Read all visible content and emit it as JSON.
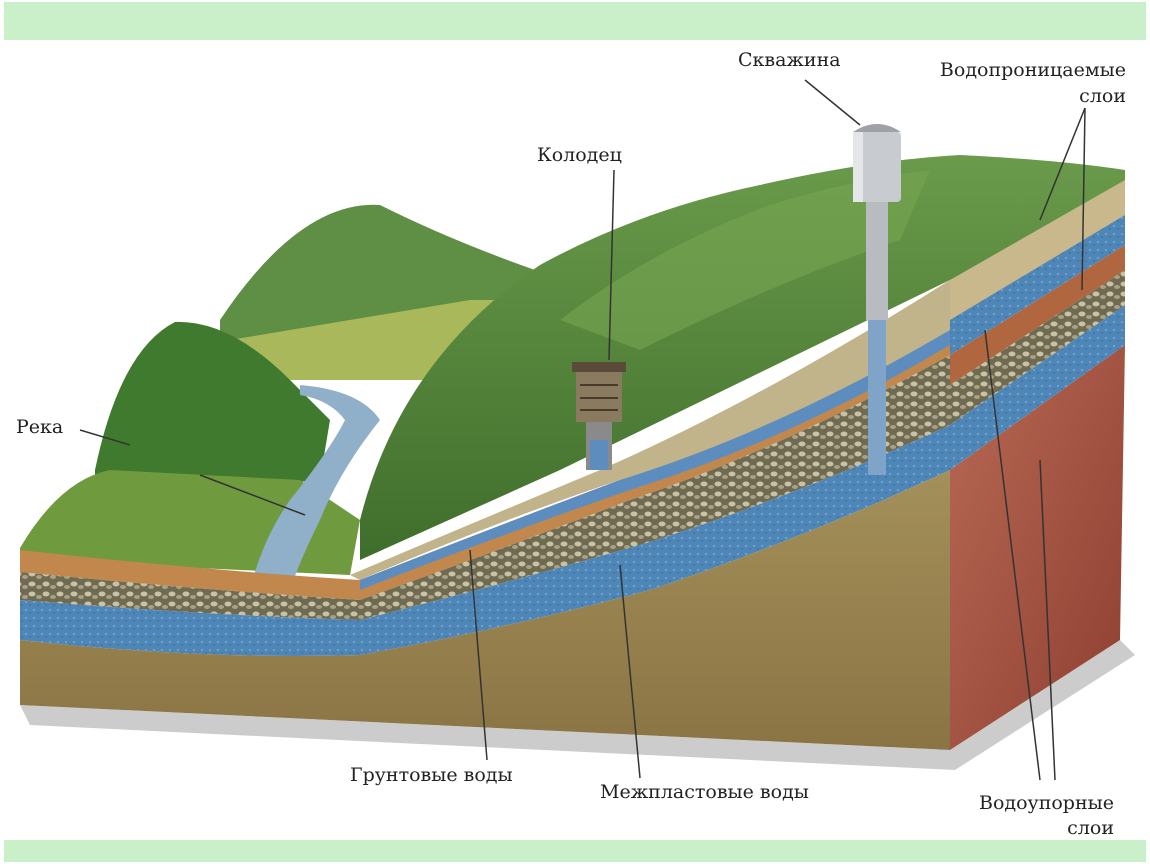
{
  "labels": {
    "borehole": "Скважина",
    "permeable_line1": "Водопроницаемые",
    "permeable_line2": "слои",
    "well": "Колодец",
    "river": "Река",
    "groundwater": "Грунтовые воды",
    "interstratal": "Межпластовые воды",
    "impermeable_line1": "Водоупорные",
    "impermeable_line2": "слои"
  },
  "colors": {
    "band": "#c9f0c9",
    "water_layer": "#4f86b8",
    "gravel_layer": "#6f6a52",
    "clay_layer": "#b0663e",
    "soil": "#a48a52",
    "red_rock": "#a84f3e",
    "grass": "#5a8a35",
    "river": "#8fb0c8"
  }
}
